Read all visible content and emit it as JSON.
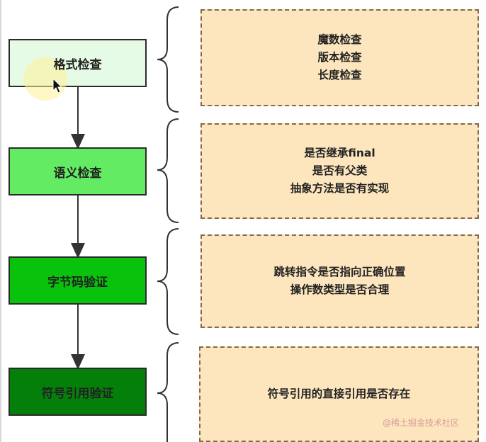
{
  "steps": [
    {
      "label": "格式检查"
    },
    {
      "label": "语义检查"
    },
    {
      "label": "字节码验证"
    },
    {
      "label": "符号引用验证"
    }
  ],
  "details": [
    {
      "lines": [
        "魔数检查",
        "版本检查",
        "长度检查"
      ]
    },
    {
      "lines": [
        "是否继承final",
        "是否有父类",
        "抽象方法是否有实现"
      ]
    },
    {
      "lines": [
        "跳转指令是否指向正确位置",
        "操作数类型是否合理"
      ]
    },
    {
      "lines": [
        "符号引用的直接引用是否存在"
      ]
    }
  ],
  "watermark": "@稀土掘金技术社区",
  "colors": {
    "step_1": "#e6fbe6",
    "step_2": "#63ec63",
    "step_3": "#08c20b",
    "step_4": "#04800a",
    "detail_fill": "#fde6bd",
    "detail_border": "#806b4c"
  }
}
